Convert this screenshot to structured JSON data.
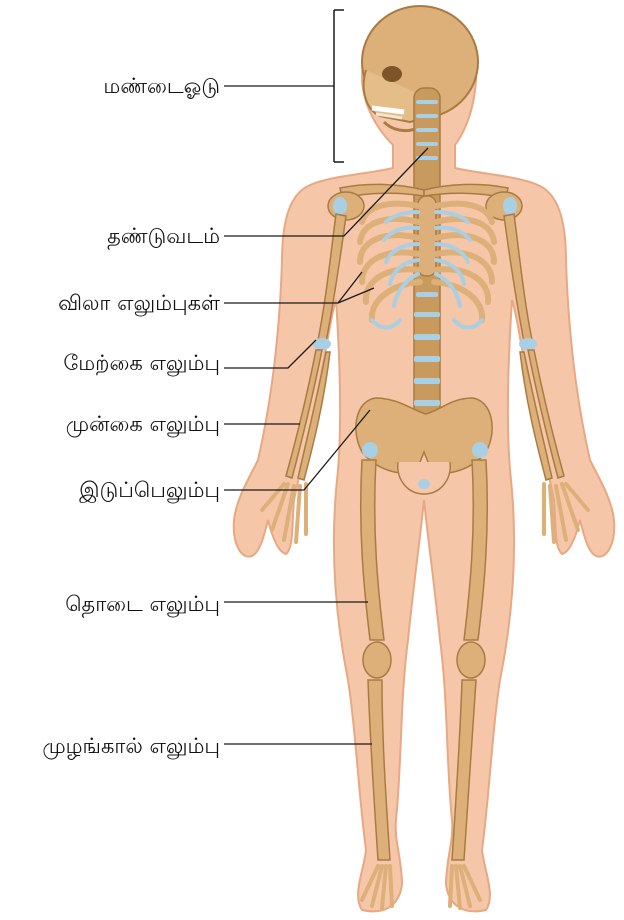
{
  "labels": {
    "skull": "மண்டைஓடு",
    "spine": "தண்டுவடம்",
    "ribs": "விலா எலும்புகள்",
    "humerus": "மேற்கை எலும்பு",
    "forearm": "முன்கை எலும்பு",
    "pelvis": "இடுப்பெலும்பு",
    "femur": "தொடை எலும்பு",
    "tibia": "முழங்கால் எலும்பு"
  },
  "colors": {
    "skin": "#f6c6a8",
    "skin_outline": "#e7a885",
    "bone": "#dcb078",
    "bone_dark": "#a97b43",
    "cartilage": "#a9cfe4",
    "leader": "#1a1a1a"
  }
}
